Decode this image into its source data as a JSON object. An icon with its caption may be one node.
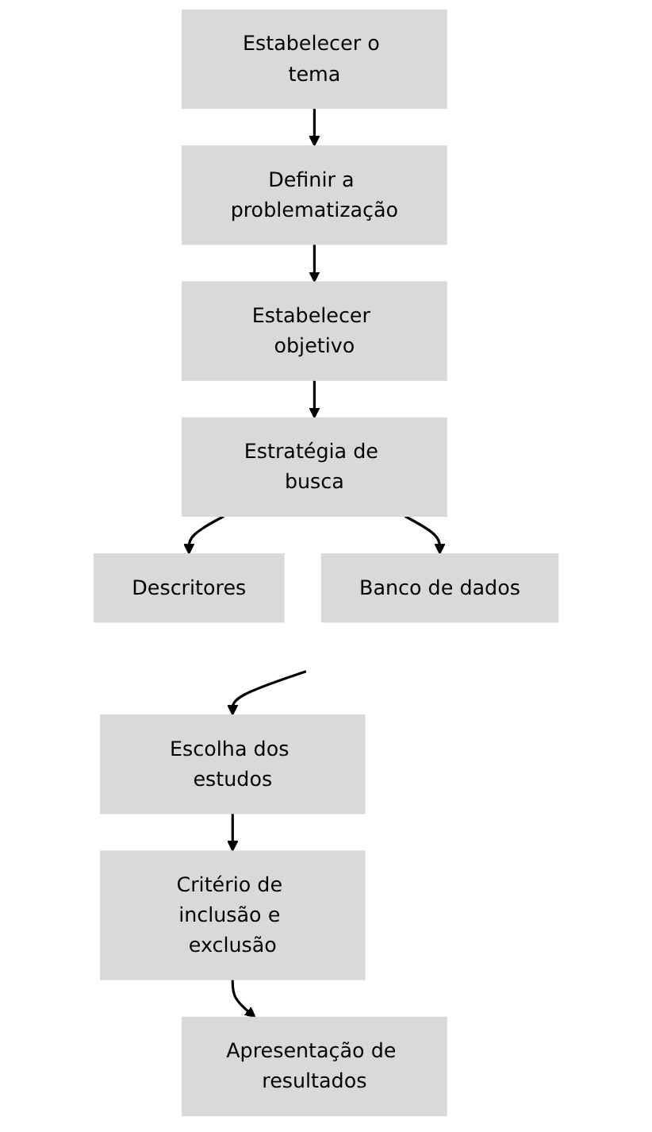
{
  "diagram": {
    "nodes": [
      {
        "text": [
          "Estabelecer o tema"
        ]
      },
      {
        "text": [
          "Definir a problematização"
        ]
      },
      {
        "text": [
          "Estabelecer objetivo"
        ]
      },
      {
        "text": [
          "Estratégia de busca"
        ]
      },
      {
        "text": [
          "Descritores"
        ]
      },
      {
        "text": [
          "Banco de dados"
        ]
      },
      {
        "text": [
          "Escolha dos estudos"
        ]
      },
      {
        "text": [
          "Critério de inclusão e exclusão"
        ]
      },
      {
        "text": [
          "Apresentação de resultados"
        ]
      }
    ],
    "edges": [
      {
        "from": 0,
        "to": 1,
        "arrow": "to"
      },
      {
        "from": 1,
        "to": 2,
        "arrow": "to"
      },
      {
        "from": 2,
        "to": 3,
        "arrow": "to"
      },
      {
        "from": 3,
        "to": 4,
        "arrow": "to"
      },
      {
        "from": 3,
        "to": 5,
        "arrow": "to"
      },
      {
        "from": null,
        "to": 6,
        "arrow": "to"
      },
      {
        "from": 6,
        "to": 7,
        "arrow": "to"
      },
      {
        "from": 7,
        "to": 8,
        "arrow": "to"
      }
    ]
  }
}
